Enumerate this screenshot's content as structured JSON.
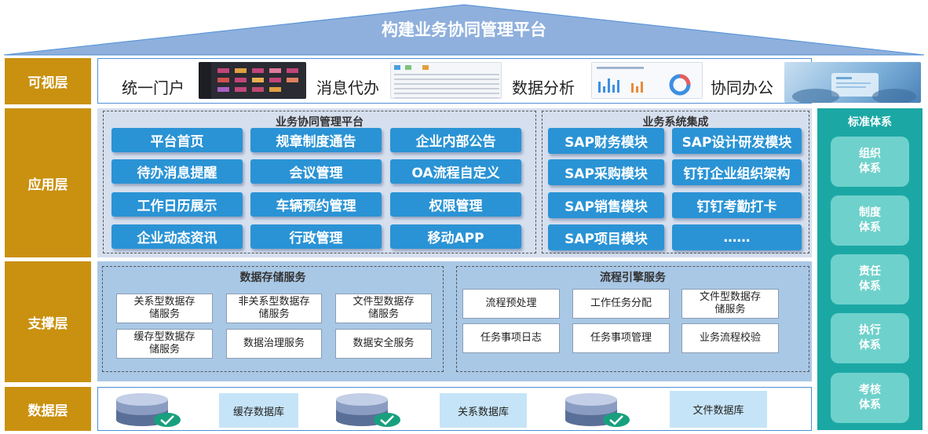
{
  "roof": {
    "title": "构建业务协同管理平台"
  },
  "layers": {
    "visual": "可视层",
    "application": "应用层",
    "support": "支撑层",
    "data": "数据层"
  },
  "visual_layer": {
    "items": [
      "统一门户",
      "消息代办",
      "数据分析",
      "协同办公"
    ]
  },
  "application_layer": {
    "platform_title": "业务协同管理平台",
    "platform_modules": [
      "平台首页",
      "规章制度通告",
      "企业内部公告",
      "待办消息提醒",
      "会议管理",
      "OA流程自定义",
      "工作日历展示",
      "车辆预约管理",
      "权限管理",
      "企业动态资讯",
      "行政管理",
      "移动APP"
    ],
    "integration_title": "业务系统集成",
    "integration_modules": [
      "SAP财务模块",
      "SAP设计研发模块",
      "SAP采购模块",
      "钉钉企业组织架构",
      "SAP销售模块",
      "钉钉考勤打卡",
      "SAP项目模块",
      "……"
    ]
  },
  "support_layer": {
    "storage_title": "数据存储服务",
    "storage_services": [
      "关系型数据存储服务",
      "非关系型数据存储服务",
      "文件型数据存储服务",
      "缓存型数据存储服务",
      "数据治理服务",
      "数据安全服务"
    ],
    "process_title": "流程引擎服务",
    "process_services": [
      "流程预处理",
      "工作任务分配",
      "文件型数据存储服务",
      "任务事项日志",
      "任务事项管理",
      "业务流程校验"
    ]
  },
  "data_layer": {
    "databases": [
      "缓存数据库",
      "关系数据库",
      "文件数据库"
    ]
  },
  "standards": {
    "title": "标准体系",
    "items": [
      "组织体系",
      "制度体系",
      "责任体系",
      "执行体系",
      "考核体系"
    ]
  },
  "colors": {
    "roof": "#8fb0dc",
    "layer_label": "#c9910f",
    "module_blue": "#2a93d5",
    "standards_bg": "#1ba8a5",
    "standards_item": "#6fd1cb"
  }
}
